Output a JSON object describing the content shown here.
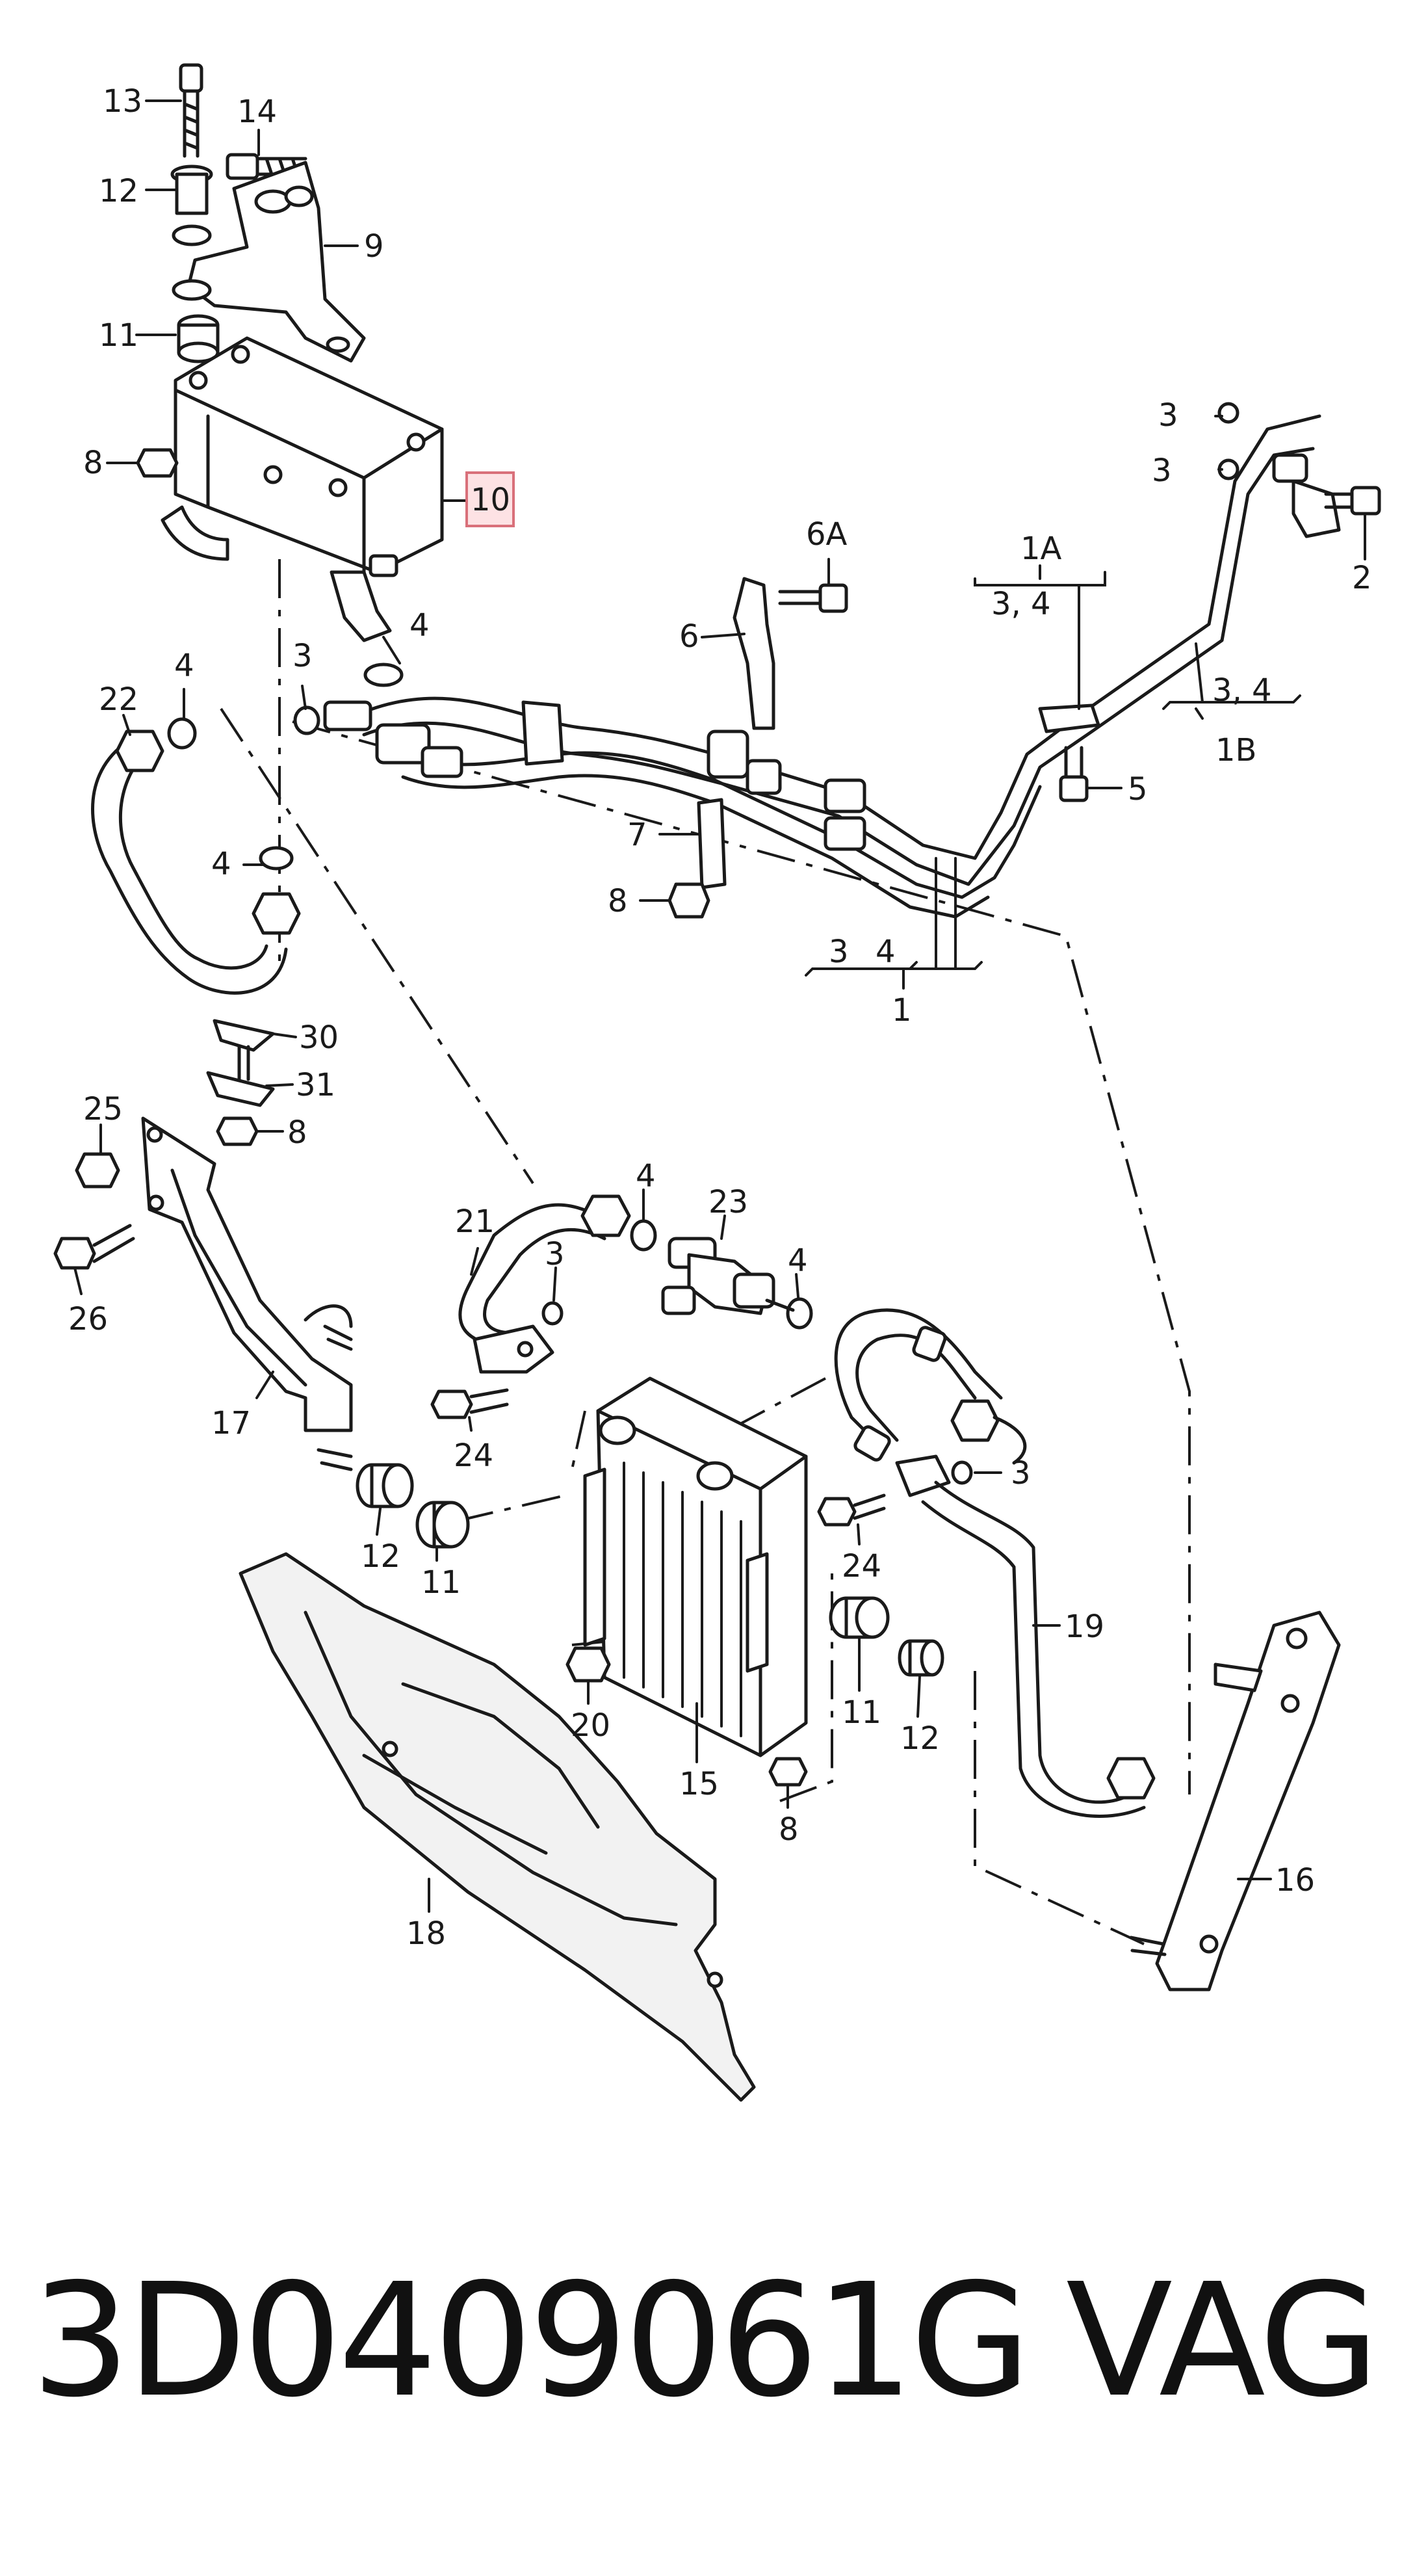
{
  "footer": {
    "part_number": "3D0409061G",
    "brand": "VAG"
  },
  "colors": {
    "highlight_fill": "#fde2e4",
    "highlight_stroke": "#d9707a",
    "ink": "#1a1a1a"
  },
  "callouts": {
    "c13": "13",
    "c14": "14",
    "c12a": "12",
    "c9": "9",
    "c11a": "11",
    "c8a": "8",
    "c10": "10",
    "c4a": "4",
    "c3a": "3",
    "c22": "22",
    "c4b": "4",
    "c4c": "4",
    "c6a": "6A",
    "c6": "6",
    "c1a": "1A",
    "c34a": "3, 4",
    "c3b": "3",
    "c3c": "3",
    "c2": "2",
    "c34b": "3, 4",
    "c1b": "1B",
    "c5": "5",
    "c7": "7",
    "c8b": "8",
    "c3d": "3",
    "c4d": "4",
    "c1": "1",
    "c30": "30",
    "c31": "31",
    "c8c": "8",
    "c25": "25",
    "c26": "26",
    "c21": "21",
    "c4e": "4",
    "c23": "23",
    "c3e": "3",
    "c4f": "4",
    "c24a": "24",
    "c17": "17",
    "c3f": "3",
    "c24b": "24",
    "c12b": "12",
    "c11b": "11",
    "c19": "19",
    "c20": "20",
    "c11c": "11",
    "c12c": "12",
    "c15": "15",
    "c8d": "8",
    "c16": "16",
    "c18": "18"
  }
}
